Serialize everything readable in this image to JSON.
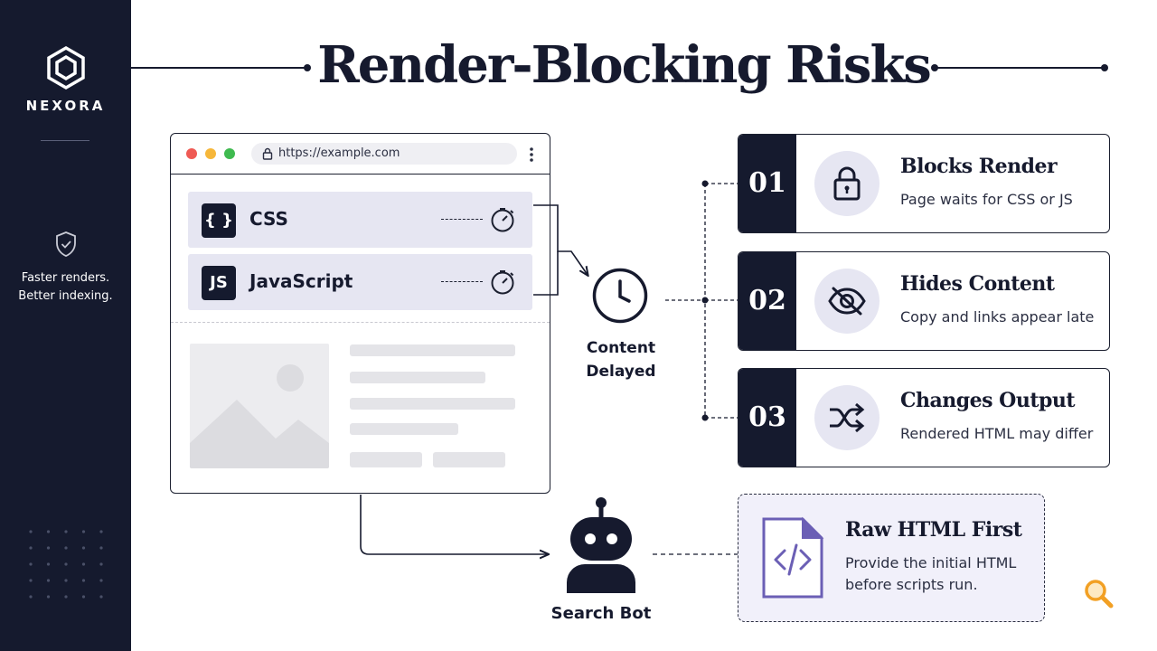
{
  "brand": {
    "name": "NEXORA",
    "tagline_line1": "Faster renders.",
    "tagline_line2": "Better indexing."
  },
  "title": "Render-Blocking Risks",
  "browser": {
    "url": "https://example.com",
    "resources": [
      {
        "icon_text": "{ }",
        "label": "CSS"
      },
      {
        "icon_text": "JS",
        "label": "JavaScript"
      }
    ]
  },
  "delayed": {
    "line1": "Content",
    "line2": "Delayed"
  },
  "risks": [
    {
      "number": "01",
      "title": "Blocks Render",
      "description": "Page waits for CSS or JS",
      "icon": "lock-icon"
    },
    {
      "number": "02",
      "title": "Hides Content",
      "description": "Copy and links appear late",
      "icon": "eye-off-icon"
    },
    {
      "number": "03",
      "title": "Changes Output",
      "description": "Rendered HTML may differ",
      "icon": "shuffle-icon"
    }
  ],
  "bot": {
    "label": "Search Bot"
  },
  "solution": {
    "title": "Raw HTML First",
    "line1": "Provide the initial HTML",
    "line2": "before scripts run.",
    "icon": "code-file-icon"
  },
  "colors": {
    "navy": "#151a2e",
    "lavender": "#e6e6f2",
    "accent_purple": "#6b5fb5",
    "accent_orange": "#f2a024"
  }
}
